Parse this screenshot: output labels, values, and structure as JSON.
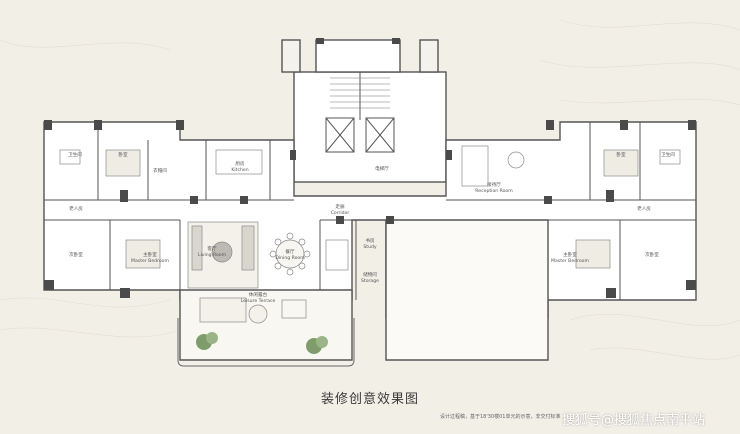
{
  "caption": "装修创意效果图",
  "note": "设计过程稿，基于18'30楼01单元的示意，非交付标准",
  "watermark": "搜狐号@搜狐焦点南平站",
  "rooms": {
    "bedroom_left_top": "卧室",
    "bedroom_right_top": "卧室",
    "bathroom_left_top": "卫生间",
    "bathroom_right_top": "卫生间",
    "cloak_left": "衣帽间",
    "kitchen": "厨房",
    "kitchen_en": "Kitchen",
    "living": "客厅",
    "living_en": "Living Room",
    "dining": "餐厅",
    "dining_en": "Dining Room",
    "master_left": "主卧室",
    "master_left_en": "Master Bedroom",
    "master_right": "主卧室",
    "master_right_en": "Master Bedroom",
    "terrace": "休闲露台",
    "terrace_en": "Leisure Terrace",
    "lobby": "电梯厅",
    "corridor": "走廊",
    "corridor_en": "Corridor",
    "reception": "接待厅",
    "reception_en": "Reception Room",
    "study": "书房",
    "study_en": "Study",
    "storage": "储物间",
    "storage_en": "Storage",
    "bedroom_left_mid": "老人房",
    "bedroom_right_mid": "老人房",
    "bedroom_left_low": "次卧室",
    "bedroom_right_low": "次卧室"
  }
}
